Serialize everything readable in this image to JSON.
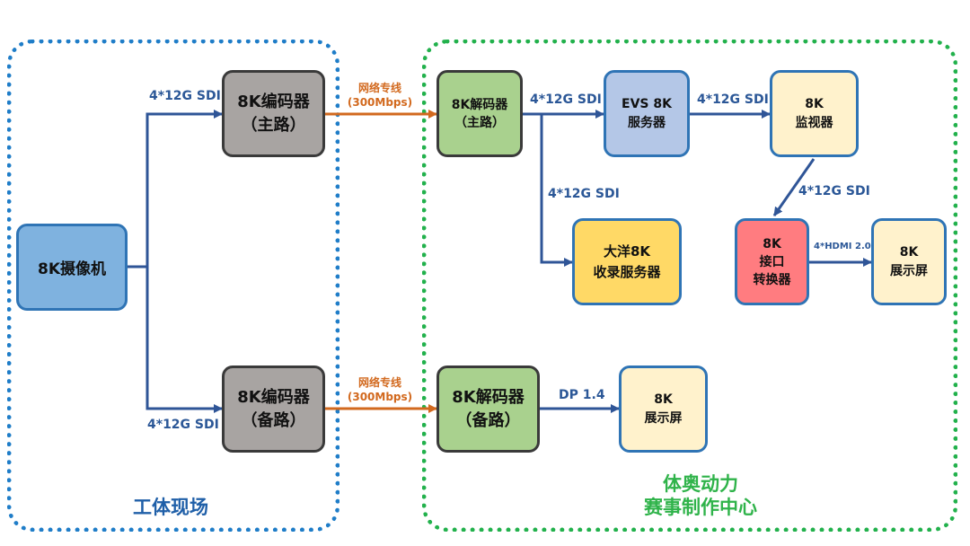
{
  "colors": {
    "field_border": "#1f7dc8",
    "center_border": "#22b14c",
    "field_label": "#1f5fa8",
    "center_label": "#2fb34a",
    "blue_link": "#2f5597",
    "orange_link": "#d2691e",
    "camera_fill": "#7fb2df",
    "encoder_fill": "#a8a4a2",
    "decoder_fill": "#a9d18e",
    "evs_fill": "#b4c7e7",
    "pale_fill": "#fff2cc",
    "yellow_fill": "#ffd966",
    "converter_fill": "#ff7c80"
  },
  "regions": {
    "field_label": "工体现场",
    "center_label": "体奥动力\n赛事制作中心"
  },
  "nodes": {
    "camera": "8K摄像机",
    "encoder_main": "8K编码器\n（主路）",
    "encoder_backup": "8K编码器\n（备路）",
    "decoder_main": "8K解码器\n（主路）",
    "decoder_backup": "8K解码器\n（备路）",
    "evs": "EVS 8K\n服务器",
    "monitor": "8K\n监视器",
    "recorder": "大洋8K\n收录服务器",
    "converter": "8K\n接口\n转换器",
    "display_main": "8K\n展示屏",
    "display_backup": "8K\n展示屏"
  },
  "links": {
    "cam_to_encoder_main": "4*12G SDI",
    "cam_to_encoder_backup": "4*12G SDI",
    "network_main_line1": "网络专线",
    "network_main_line2": "(300Mbps)",
    "network_backup_line1": "网络专线",
    "network_backup_line2": "(300Mbps)",
    "decoder_to_evs": "4*12G SDI",
    "evs_to_monitor": "4*12G SDI",
    "decoder_to_recorder": "4*12G SDI",
    "monitor_to_converter": "4*12G SDI",
    "converter_to_display": "4*HDMI 2.0",
    "decoder_backup_to_display": "DP 1.4"
  }
}
